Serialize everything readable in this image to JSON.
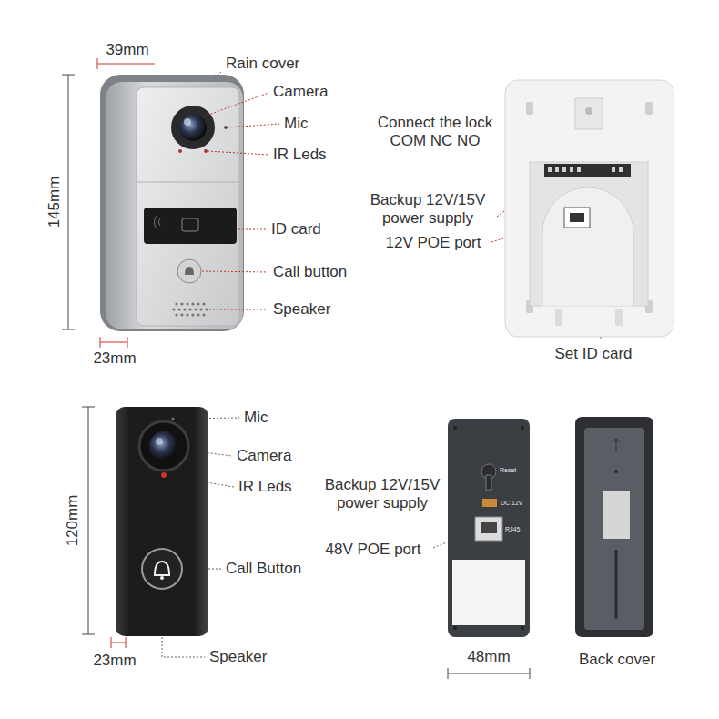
{
  "diagram": {
    "labels": [
      "39mm",
      "Rain cover",
      "Camera",
      "Mic",
      "IR Leds",
      "145mm",
      "ID card",
      "Call button",
      "Speaker",
      "23mm",
      "Connect the lock COM NC NO",
      "Backup 12V/15V power supply",
      "12V POE port",
      "Set ID card",
      "Mic",
      "Camera",
      "IR Leds",
      "120mm",
      "Call Button",
      "23mm",
      "Speaker",
      "Backup 12V/15V power supply",
      "Reset",
      "DC 12V",
      "RJ45",
      "48V POE port",
      "48mm",
      "Back cover"
    ]
  }
}
